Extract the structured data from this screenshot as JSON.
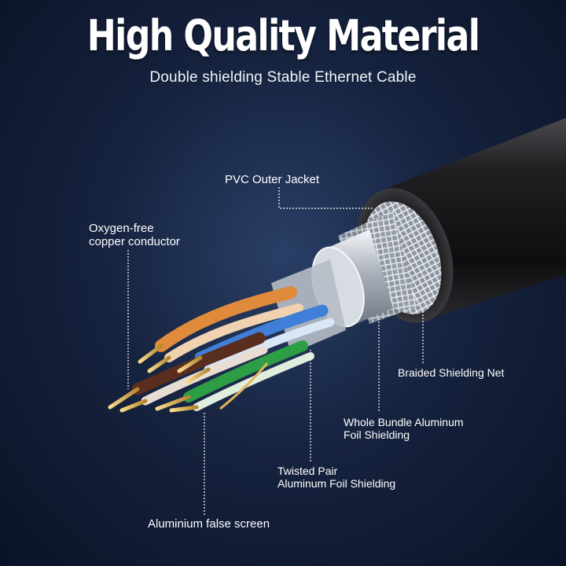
{
  "header": {
    "title": "High Quality Material",
    "subtitle": "Double shielding Stable Ethernet Cable"
  },
  "callouts": {
    "pvc_outer_jacket": "PVC Outer Jacket",
    "oxygen_free_conductor": "Oxygen-free\ncopper conductor",
    "braided_shielding_net": "Braided Shielding Net",
    "whole_bundle_foil": "Whole Bundle Aluminum\nFoil Shielding",
    "twisted_pair_foil": "Twisted Pair\nAluminum Foil Shielding",
    "aluminium_false_screen": "Aluminium false screen"
  },
  "colors": {
    "background": "#16233f",
    "jacket": "#1a1a1c",
    "foil": "#c9ced6",
    "pair_orange": "#e08a3c",
    "pair_blue": "#3f7fd8",
    "pair_green": "#2e9e46",
    "pair_brown": "#5a2e1e",
    "copper": "#e3b65a",
    "leader_line": "#ffffff"
  }
}
